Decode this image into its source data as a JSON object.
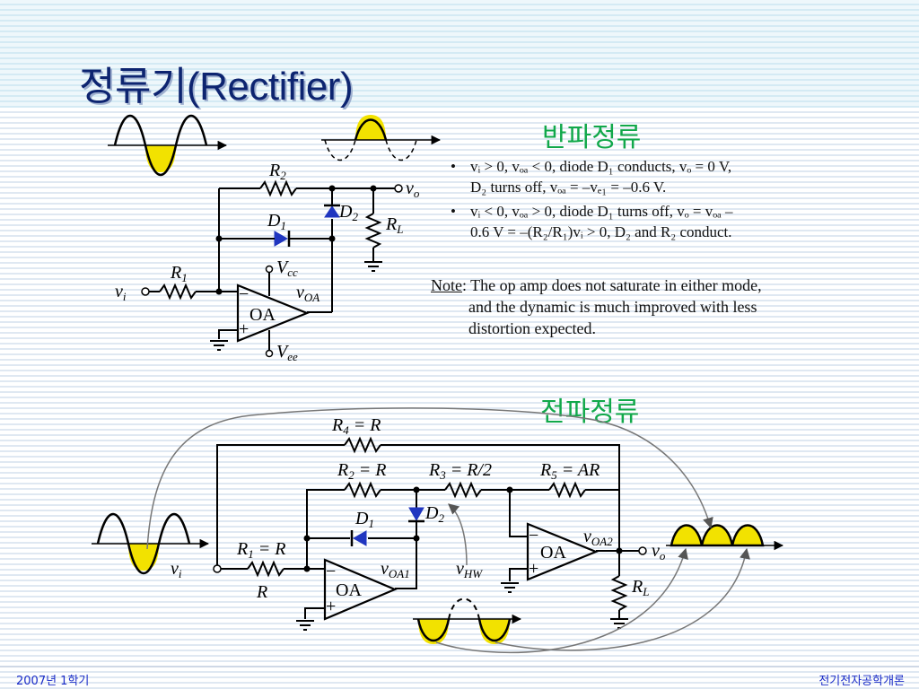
{
  "slide": {
    "title": "정류기(Rectifier)",
    "half_wave_label": "반파정류",
    "full_wave_label": "전파정류",
    "footer_left": "2007년 1학기",
    "footer_right": "전기전자공학개론"
  },
  "half_wave": {
    "bullets": [
      {
        "line1": "vᵢ > 0, vₒₐ < 0, diode D₁ conducts, vₒ = 0 V,",
        "line2": "D₂ turns off, vₒₐ = –vₑ₁ = –0.6 V."
      },
      {
        "line1": "vᵢ < 0, vₒₐ > 0, diode D₁ turns off, vₒ = vₒₐ –",
        "line2": "0.6 V = –(R₂/R₁)vᵢ > 0, D₂ and R₂ conduct."
      }
    ],
    "note_head": "Note",
    "note_line1": ": The op amp does not saturate in either mode,",
    "note_line2": "and the dynamic is much improved with less",
    "note_line3": "distortion expected.",
    "labels": {
      "r2": "R",
      "r2_sub": "2",
      "d1": "D",
      "d1_sub": "1",
      "d2": "D",
      "d2_sub": "2",
      "r1": "R",
      "r1_sub": "1",
      "vi": "v",
      "vi_sub": "i",
      "vo": "v",
      "vo_sub": "o",
      "rl": "R",
      "rl_sub": "L",
      "vcc": "V",
      "vcc_sub": "cc",
      "vee": "V",
      "vee_sub": "ee",
      "voa": "v",
      "voa_sub": "OA",
      "oa": "OA"
    }
  },
  "full_wave": {
    "labels": {
      "r4": "R",
      "r4_sub": "4",
      "r4_eq": " = R",
      "r2": "R",
      "r2_sub": "2",
      "r2_eq": " = R",
      "r3": "R",
      "r3_sub": "3",
      "r3_eq": " = R/2",
      "r5": "R",
      "r5_sub": "5",
      "r5_eq": " = AR",
      "r1": "R",
      "r1_sub": "1",
      "r1_eq": " = R",
      "r_below": "R",
      "d1": "D",
      "d1_sub": "1",
      "d2": "D",
      "d2_sub": "2",
      "vi": "v",
      "vi_sub": "i",
      "voa1": "v",
      "voa1_sub": "OA1",
      "voa2": "v",
      "voa2_sub": "OA2",
      "vhw": "v",
      "vhw_sub": "HW",
      "vo": "v",
      "vo_sub": "o",
      "rl": "R",
      "rl_sub": "L",
      "oa1": "OA",
      "oa2": "OA"
    }
  },
  "colors": {
    "wave_fill": "#f2e200",
    "diode_fill": "#2036c0",
    "title": "#0d2470",
    "section": "#11a84a",
    "footer": "#1a2cc8"
  }
}
